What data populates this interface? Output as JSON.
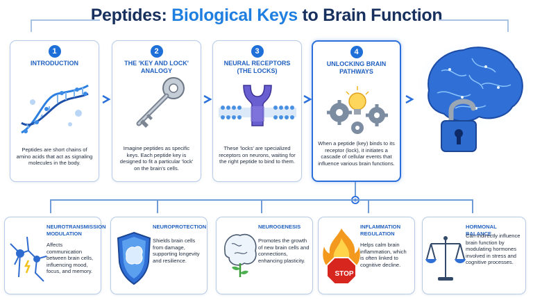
{
  "title": {
    "part1": "Peptides: ",
    "highlight": "Biological Keys",
    "part2": " to Brain Function"
  },
  "steps": [
    {
      "num": "1",
      "heading": "Introduction",
      "text": "Peptides are short chains of amino acids that act as signaling molecules in the body.",
      "icon": "dna-helix-icon"
    },
    {
      "num": "2",
      "heading": "The 'Key and Lock' Analogy",
      "text": "Imagine peptides as specific keys. Each peptide key is designed to fit a particular 'lock' on the brain's cells.",
      "icon": "key-icon"
    },
    {
      "num": "3",
      "heading": "Neural Receptors (The Locks)",
      "text": "These 'locks' are specialized receptors on neurons, waiting for the right peptide to bind to them.",
      "icon": "receptor-icon"
    },
    {
      "num": "4",
      "heading": "Unlocking Brain Pathways",
      "text": "When a peptide (key) binds to its receptor (lock), it initiates a cascade of cellular events that influence various brain functions.",
      "icon": "gears-bulb-icon"
    }
  ],
  "effects": [
    {
      "heading": "Neurotransmission Modulation",
      "text": "Affects communication between brain cells, influencing mood, focus, and memory.",
      "icon": "neuron-icon"
    },
    {
      "heading": "Neuroprotection",
      "text": "Shields brain cells from damage, supporting longevity and resilience.",
      "icon": "shield-brain-icon"
    },
    {
      "heading": "Neurogenesis",
      "text": "Promotes the growth of new brain cells and connections, enhancing plasticity.",
      "icon": "growing-brain-icon"
    },
    {
      "heading": "Inflammation Regulation",
      "text": "Helps calm brain inflammation, which is often linked to cognitive decline.",
      "icon": "stop-sign-fire-icon"
    },
    {
      "heading": "Hormonal Balance",
      "text": "Can indirectly influence brain function by modulating hormones involved in stress and cognitive processes.",
      "icon": "balance-scale-icon"
    }
  ],
  "stop_label": "STOP",
  "colors": {
    "accent": "#1f7fe0",
    "dark": "#17305e",
    "border": "#b7cbe6"
  }
}
